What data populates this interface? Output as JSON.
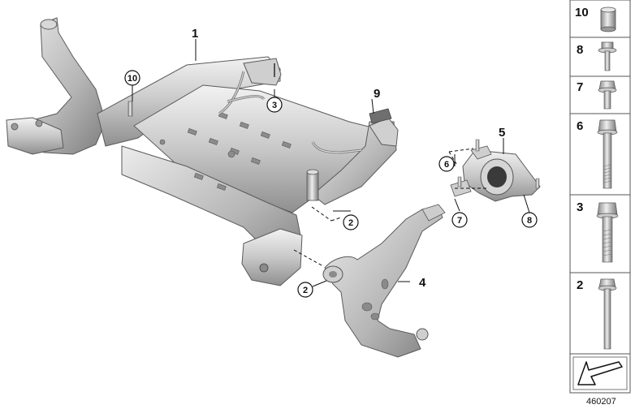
{
  "diagram": {
    "callouts": {
      "c1": "1",
      "c2a": "2",
      "c2b": "2",
      "c3": "3",
      "c4": "4",
      "c5": "5",
      "c6": "6",
      "c7": "7",
      "c8": "8",
      "c9": "9",
      "c10": "10"
    },
    "sidebar": [
      {
        "label": "10",
        "part": "bushing-sleeve"
      },
      {
        "label": "8",
        "part": "short-flange-bolt"
      },
      {
        "label": "7",
        "part": "short-hex-bolt"
      },
      {
        "label": "6",
        "part": "long-hex-bolt"
      },
      {
        "label": "3",
        "part": "medium-hex-bolt"
      },
      {
        "label": "2",
        "part": "extra-long-bolt"
      }
    ],
    "document_id": "460207",
    "colors": {
      "metal_light": "#e6e6e6",
      "metal_mid": "#bdbdbd",
      "metal_dark": "#8a8a8a",
      "outline": "#5a5a5a",
      "frame": "#555555"
    }
  }
}
